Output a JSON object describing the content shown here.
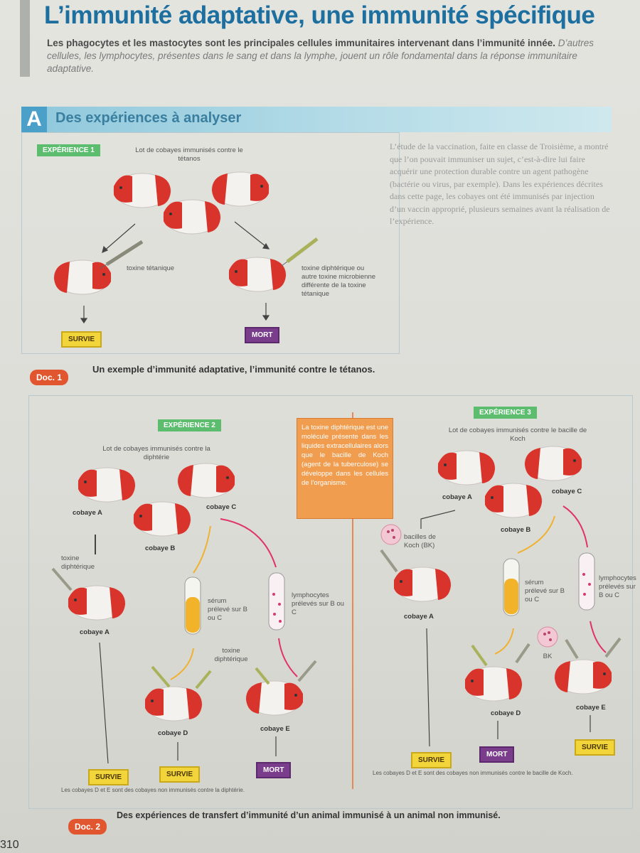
{
  "header": {
    "title": "L’immunité adaptative, une immunité spécifique",
    "intro_bold": "Les phagocytes et les mastocytes sont les principales cellules immunitaires intervenant dans l’immunité innée.",
    "intro_italic": "D’autres cellules, les lymphocytes, présentes dans le sang et dans la lymphe, jouent un rôle fondamental dans la réponse immunitaire adaptative."
  },
  "section_a": {
    "letter": "A",
    "title": "Des expériences à analyser"
  },
  "doc1": {
    "experiment_tag": "EXPÉRIENCE 1",
    "lot_label": "Lot de cobayes immunisés contre le tétanos",
    "toxin_left": "toxine tétanique",
    "toxin_right": "toxine diphtérique ou autre toxine microbienne différente de la toxine tétanique",
    "result_left": "SURVIE",
    "result_right": "MORT",
    "side_text": "L’étude de la vaccination, faite en classe de Troisième, a montré que l’on pouvait immuniser un sujet, c’est-à-dire lui faire acquérir une protection durable contre un agent pathogène (bactérie ou virus, par exemple). Dans les expériences décrites dans cette page, les cobayes ont été immunisés par injection d’un vaccin approprié, plusieurs semaines avant la réalisation de l’expérience.",
    "badge": "Doc. 1",
    "caption": "Un exemple d’immunité adaptative, l’immunité contre le tétanos."
  },
  "doc2": {
    "exp2": {
      "tag": "EXPÉRIENCE 2",
      "lot_label": "Lot de cobayes immunisés contre la diphtérie",
      "cobaye_a": "cobaye A",
      "cobaye_b": "cobaye B",
      "cobaye_c": "cobaye C",
      "toxin_a": "toxine diphtérique",
      "cobaye_a2": "cobaye A",
      "serum": "sérum prélevé sur B ou C",
      "lymphocytes": "lymphocytes prélevés sur B ou C",
      "toxin_de": "toxine diphtérique",
      "cobaye_d": "cobaye D",
      "cobaye_e": "cobaye E",
      "result_a": "SURVIE",
      "result_d": "SURVIE",
      "result_e": "MORT",
      "footnote": "Les cobayes D et E sont des cobayes non immunisés contre la diphtérie."
    },
    "orange_note": "La toxine diphtérique est une molécule présente dans les liquides extracellulaires alors que le bacille de Koch (agent de la tuberculose) se développe dans les cellules de l’organisme.",
    "exp3": {
      "tag": "EXPÉRIENCE 3",
      "lot_label": "Lot de cobayes immunisés contre le bacille de Koch",
      "cobaye_a": "cobaye A",
      "cobaye_b": "cobaye B",
      "cobaye_c": "cobaye C",
      "bacilles": "bacilles de Koch (BK)",
      "cobaye_a2": "cobaye A",
      "serum": "sérum prélevé sur B ou C",
      "lymphocytes": "lymphocytes prélevés sur B ou C",
      "bk": "BK",
      "cobaye_d": "cobaye D",
      "cobaye_e": "cobaye E",
      "result_a": "SURVIE",
      "result_d": "MORT",
      "result_e": "SURVIE",
      "footnote": "Les cobayes D et E sont des cobayes non immunisés contre le bacille de Koch."
    },
    "badge": "Doc. 2",
    "caption": "Des expériences de transfert d’immunité d’un animal immunisé à un animal non immunisé."
  },
  "footer": {
    "page_number": "310"
  },
  "colors": {
    "title_blue": "#1d6fa0",
    "section_blue": "#4aa0c8",
    "doc_badge": "#e2562f",
    "survie": "#f2d53a",
    "mort": "#7a3d8c",
    "guinea_pig_red": "#d9342b"
  }
}
